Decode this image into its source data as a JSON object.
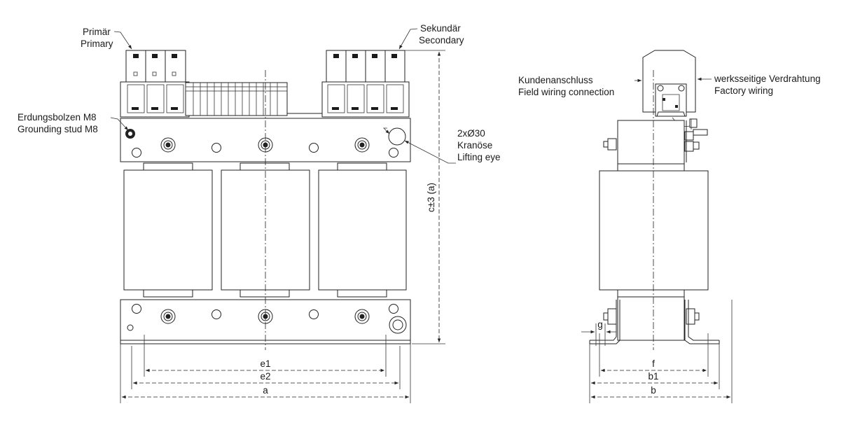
{
  "labels": {
    "primary_de": "Primär",
    "primary_en": "Primary",
    "secondary_de": "Sekundär",
    "secondary_en": "Secondary",
    "grounding_de": "Erdungsbolzen M8",
    "grounding_en": "Grounding stud M8",
    "lifting_count": "2xØ30",
    "lifting_de": "Kranöse",
    "lifting_en": "Lifting eye",
    "height_dim": "c±3 (a)",
    "customer_de": "Kundenanschluss",
    "customer_en": "Field wiring connection",
    "factory_de": "werksseitige Verdrahtung",
    "factory_en": "Factory wiring"
  },
  "dimensions": {
    "e1": "e1",
    "e2": "e2",
    "a": "a",
    "f": "f",
    "b1": "b1",
    "b": "b",
    "g": "g"
  },
  "colors": {
    "line": "#222222",
    "background": "#ffffff",
    "terminal_block": "#1a1a1a"
  }
}
